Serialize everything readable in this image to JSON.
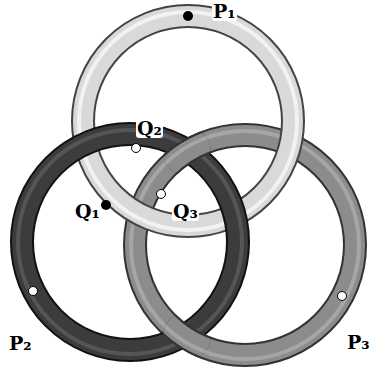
{
  "diagram": {
    "labels": [
      "P₁",
      "Q₂",
      "Q₁",
      "Q₃",
      "P₂",
      "P₃"
    ]
  }
}
